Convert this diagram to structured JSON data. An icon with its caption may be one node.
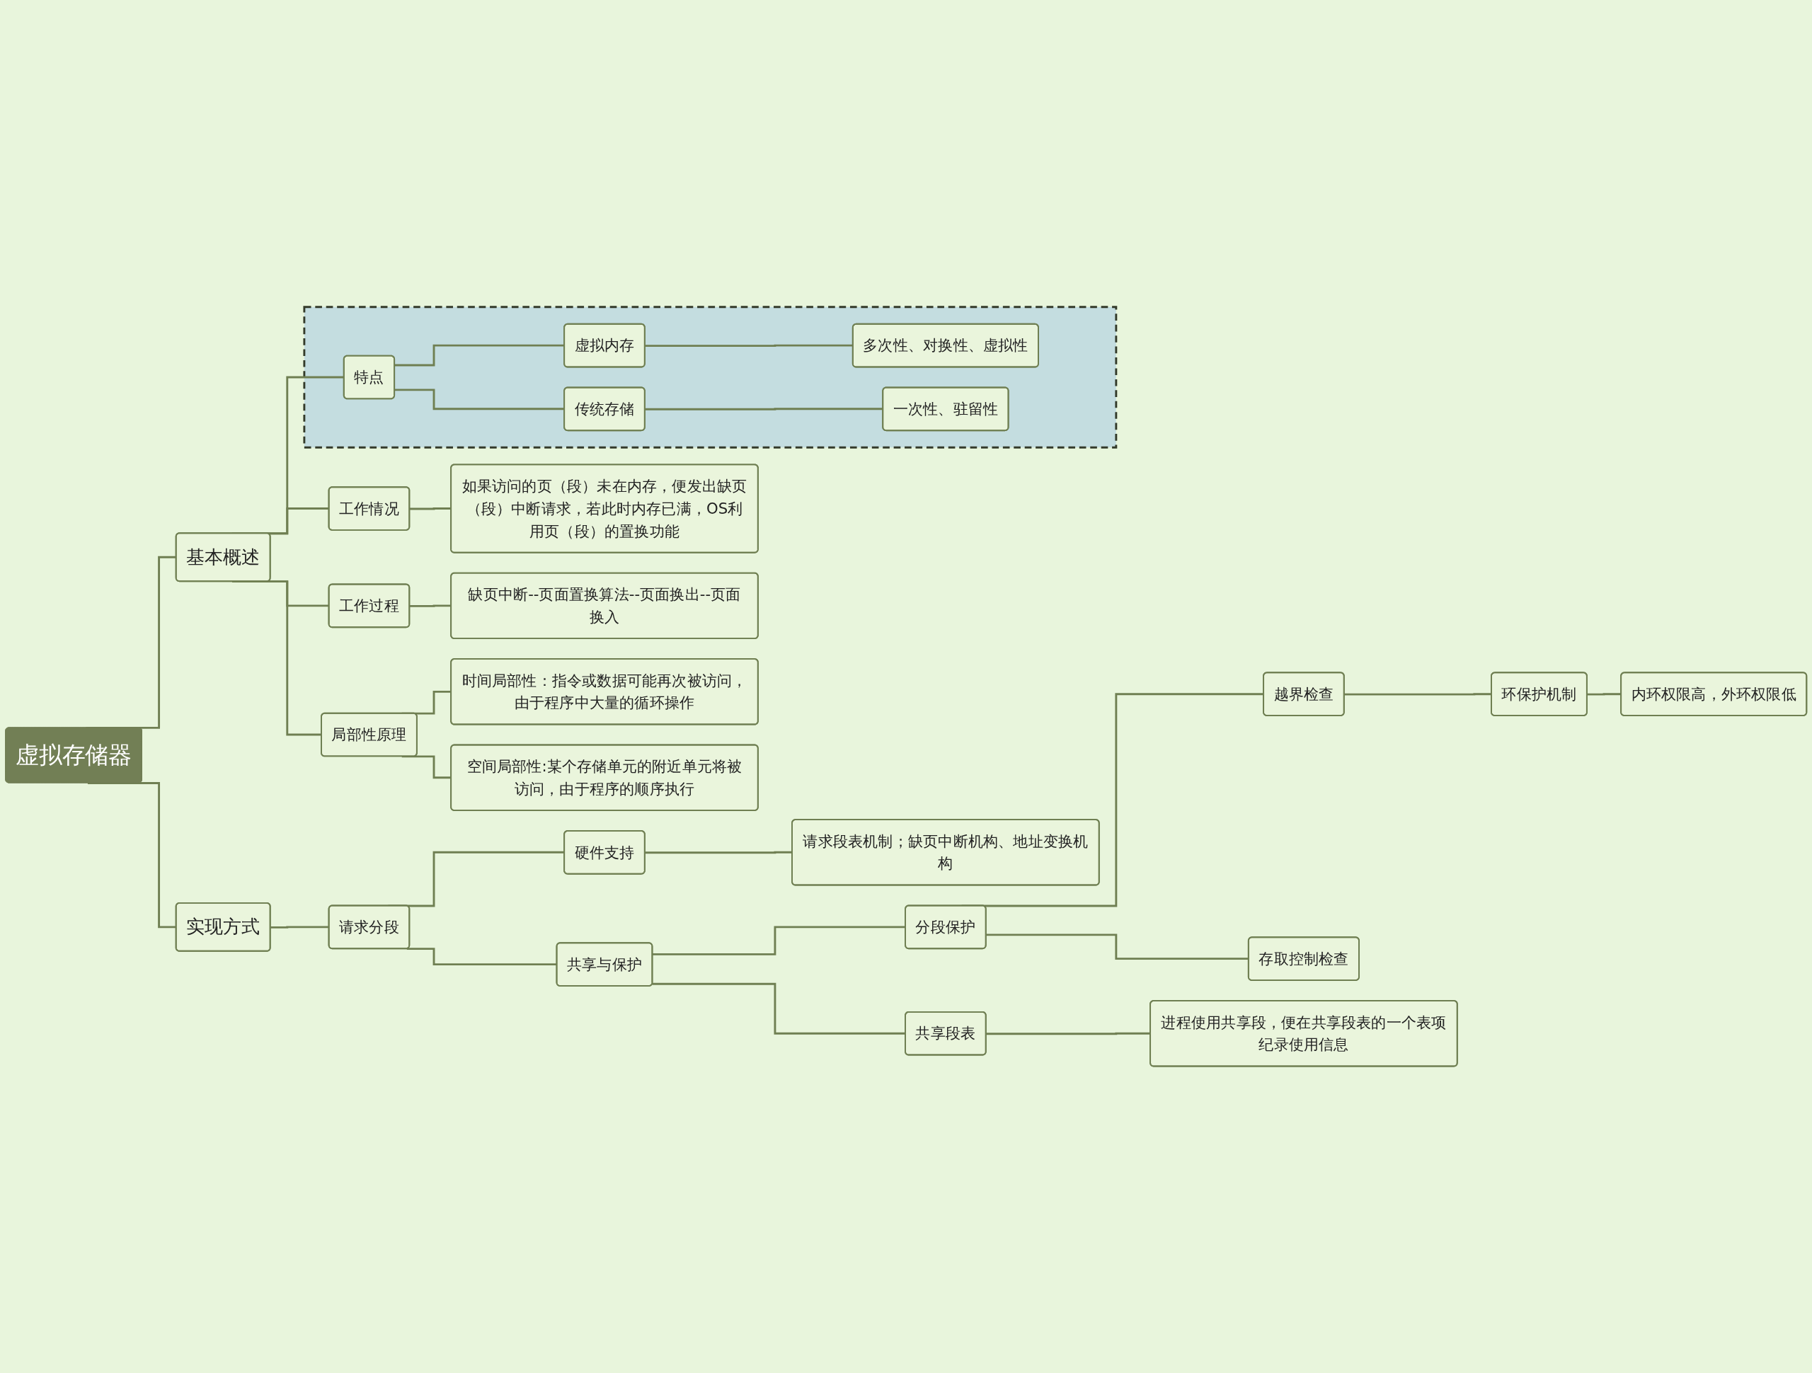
{
  "diagram": {
    "nodes": [
      {
        "text": [
          "虚拟存储器"
        ]
      },
      {
        "text": [
          "基本概述"
        ]
      },
      {
        "text": [
          "工作情况"
        ]
      },
      {
        "text": [
          "如果访问的页（段）未在内存，便发出缺页（段）中断请求，若此时内存已满，OS利用页（段）的置换功能"
        ]
      },
      {
        "text": [
          "工作过程"
        ]
      },
      {
        "text": [
          "缺页中断--页面置换算法--页面换出--页面换入"
        ]
      },
      {
        "text": [],
        "shape": "box"
      },
      {
        "text": [
          "特点"
        ],
        "in": 6
      },
      {
        "text": [
          "虚拟内存"
        ],
        "in": 6
      },
      {
        "text": [
          "多次性、对换性、虚拟性"
        ],
        "in": 6
      },
      {
        "text": [
          "传统存储"
        ],
        "in": 6
      },
      {
        "text": [
          "一次性、驻留性"
        ],
        "in": 6
      },
      {
        "text": [
          "局部性原理"
        ]
      },
      {
        "text": [
          "时间局部性：指令或数据可能再次被访问，由于程序中大量的循环操作"
        ]
      },
      {
        "text": [
          "空间局部性:某个存储单元的附近单元将被访问，由于程序的顺序执行"
        ]
      },
      {
        "text": [
          "实现方式"
        ]
      },
      {
        "text": [
          "请求分段"
        ]
      },
      {
        "text": [
          "共享与保护"
        ]
      },
      {
        "text": [
          "分段保护"
        ]
      },
      {
        "text": [
          "越界检查"
        ]
      },
      {
        "text": [
          "环保护机制"
        ]
      },
      {
        "text": [
          "内环权限高，外环权限低"
        ]
      },
      {
        "text": [
          "存取控制检查"
        ]
      },
      {
        "text": [
          "共享段表"
        ]
      },
      {
        "text": [
          "进程使用共享段，便在共享段表的一个表项纪录使用信息"
        ]
      },
      {
        "text": [
          "硬件支持"
        ]
      },
      {
        "text": [
          "请求段表机制；缺页中断机构、地址变换机构"
        ]
      }
    ],
    "edges": [
      {
        "from": 0,
        "to": 1,
        "arrow": "none"
      },
      {
        "from": 1,
        "to": 2,
        "arrow": "none"
      },
      {
        "from": 2,
        "to": 3,
        "arrow": "none"
      },
      {
        "from": 1,
        "to": 4,
        "arrow": "none"
      },
      {
        "from": 4,
        "to": 5,
        "arrow": "none"
      },
      {
        "from": 1,
        "to": 7,
        "arrow": "none"
      },
      {
        "from": 7,
        "to": 8,
        "arrow": "none"
      },
      {
        "from": 8,
        "to": 9,
        "arrow": "none"
      },
      {
        "from": 7,
        "to": 10,
        "arrow": "none"
      },
      {
        "from": 10,
        "to": 11,
        "arrow": "none"
      },
      {
        "from": 1,
        "to": 12,
        "arrow": "none"
      },
      {
        "from": 12,
        "to": 13,
        "arrow": "none"
      },
      {
        "from": 12,
        "to": 14,
        "arrow": "none"
      },
      {
        "from": 0,
        "to": 15,
        "arrow": "none"
      },
      {
        "from": 15,
        "to": 16,
        "arrow": "none"
      },
      {
        "from": 16,
        "to": 17,
        "arrow": "none"
      },
      {
        "from": 17,
        "to": 18,
        "arrow": "none"
      },
      {
        "from": 18,
        "to": 19,
        "arrow": "none"
      },
      {
        "from": 19,
        "to": 20,
        "arrow": "none"
      },
      {
        "from": 20,
        "to": 21,
        "arrow": "none"
      },
      {
        "from": 18,
        "to": 22,
        "arrow": "none"
      },
      {
        "from": 17,
        "to": 23,
        "arrow": "none"
      },
      {
        "from": 23,
        "to": 24,
        "arrow": "none"
      },
      {
        "from": 16,
        "to": 25,
        "arrow": "none"
      },
      {
        "from": 25,
        "to": 26,
        "arrow": "none"
      }
    ]
  }
}
